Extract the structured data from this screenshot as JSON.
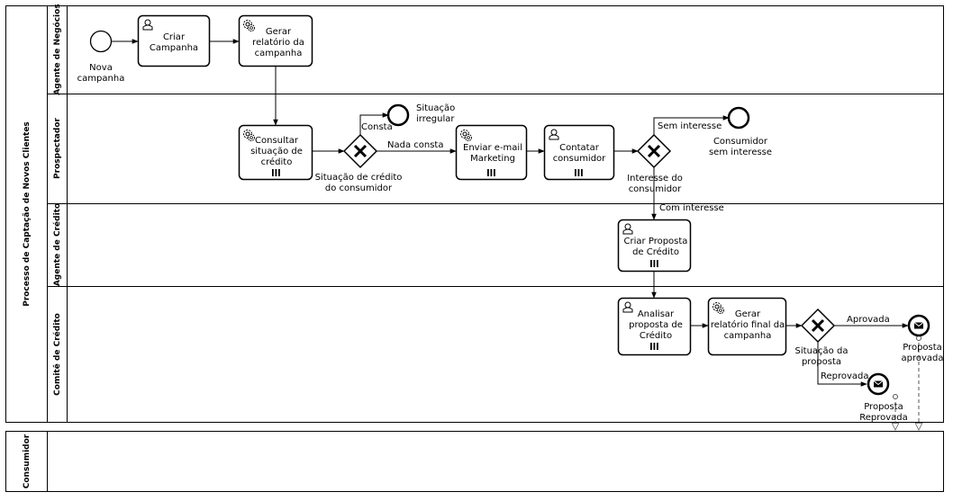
{
  "pool": {
    "title": "Processo de Captação de Novos Clientes",
    "lanes": [
      "Agente de Negócios",
      "Prospectador",
      "Agente de Crédito",
      "Comitê de Crédito"
    ]
  },
  "external_pool": {
    "title": "Consumidor"
  },
  "events": {
    "start": "Nova campanha",
    "irregular": "Situação irregular",
    "no_interest": "Consumidor sem interesse",
    "approved": "Proposta aprovada",
    "rejected": "Proposta Reprovada"
  },
  "tasks": {
    "criar_campanha": "Criar Campanha",
    "gerar_relatorio": "Gerar relatório da campanha",
    "consultar_situacao": "Consultar situação de crédito",
    "enviar_email": "Enviar e-mail Marketing",
    "contatar": "Contatar consumidor",
    "criar_proposta": "Criar Proposta de Crédito",
    "analisar_proposta": "Analisar proposta de Crédito",
    "gerar_relatorio_final": "Gerar relatório final da campanha"
  },
  "gateways": {
    "situacao_credito": "Situação de crédito do consumidor",
    "interesse": "Interesse do consumidor",
    "situacao_proposta": "Situação da proposta"
  },
  "flows": {
    "consta": "Consta",
    "nada_consta": "Nada consta",
    "sem_interesse": "Sem interesse",
    "com_interesse": "Com interesse",
    "aprovada": "Aprovada",
    "reprovada": "Reprovada"
  },
  "colors": {
    "line": "#000000",
    "background": "#ffffff"
  }
}
